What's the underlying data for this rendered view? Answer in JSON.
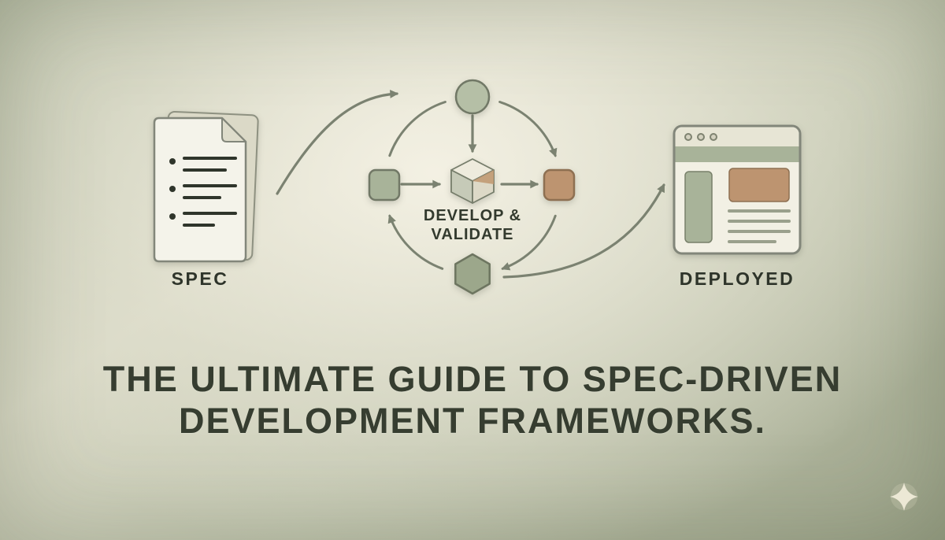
{
  "flow": {
    "spec_label": "SPEC",
    "develop_label_line1": "DEVELOP &",
    "develop_label_line2": "VALIDATE",
    "deployed_label": "DEPLOYED"
  },
  "title": {
    "line1": "THE ULTIMATE GUIDE TO SPEC-DRIVEN",
    "line2": "DEVELOPMENT FRAMEWORKS."
  },
  "icons": {
    "spec": "document-icon",
    "cycle_top": "circle-node",
    "cycle_left": "square-node-left",
    "cycle_right": "square-node-right",
    "cycle_center": "cube-icon",
    "cycle_bottom": "hexagon-node",
    "deployed": "browser-window-icon",
    "corner": "sparkle-icon"
  },
  "colors": {
    "sage": "#a8b399",
    "sage_light": "#b5bfa6",
    "sage_dark": "#9ca78b",
    "tan": "#bd9470",
    "arrow": "#7b8271",
    "ink": "#2f352b",
    "paper": "#f4f3ea",
    "bg_light": "#efecdf",
    "bg_dark": "#9ba287"
  }
}
